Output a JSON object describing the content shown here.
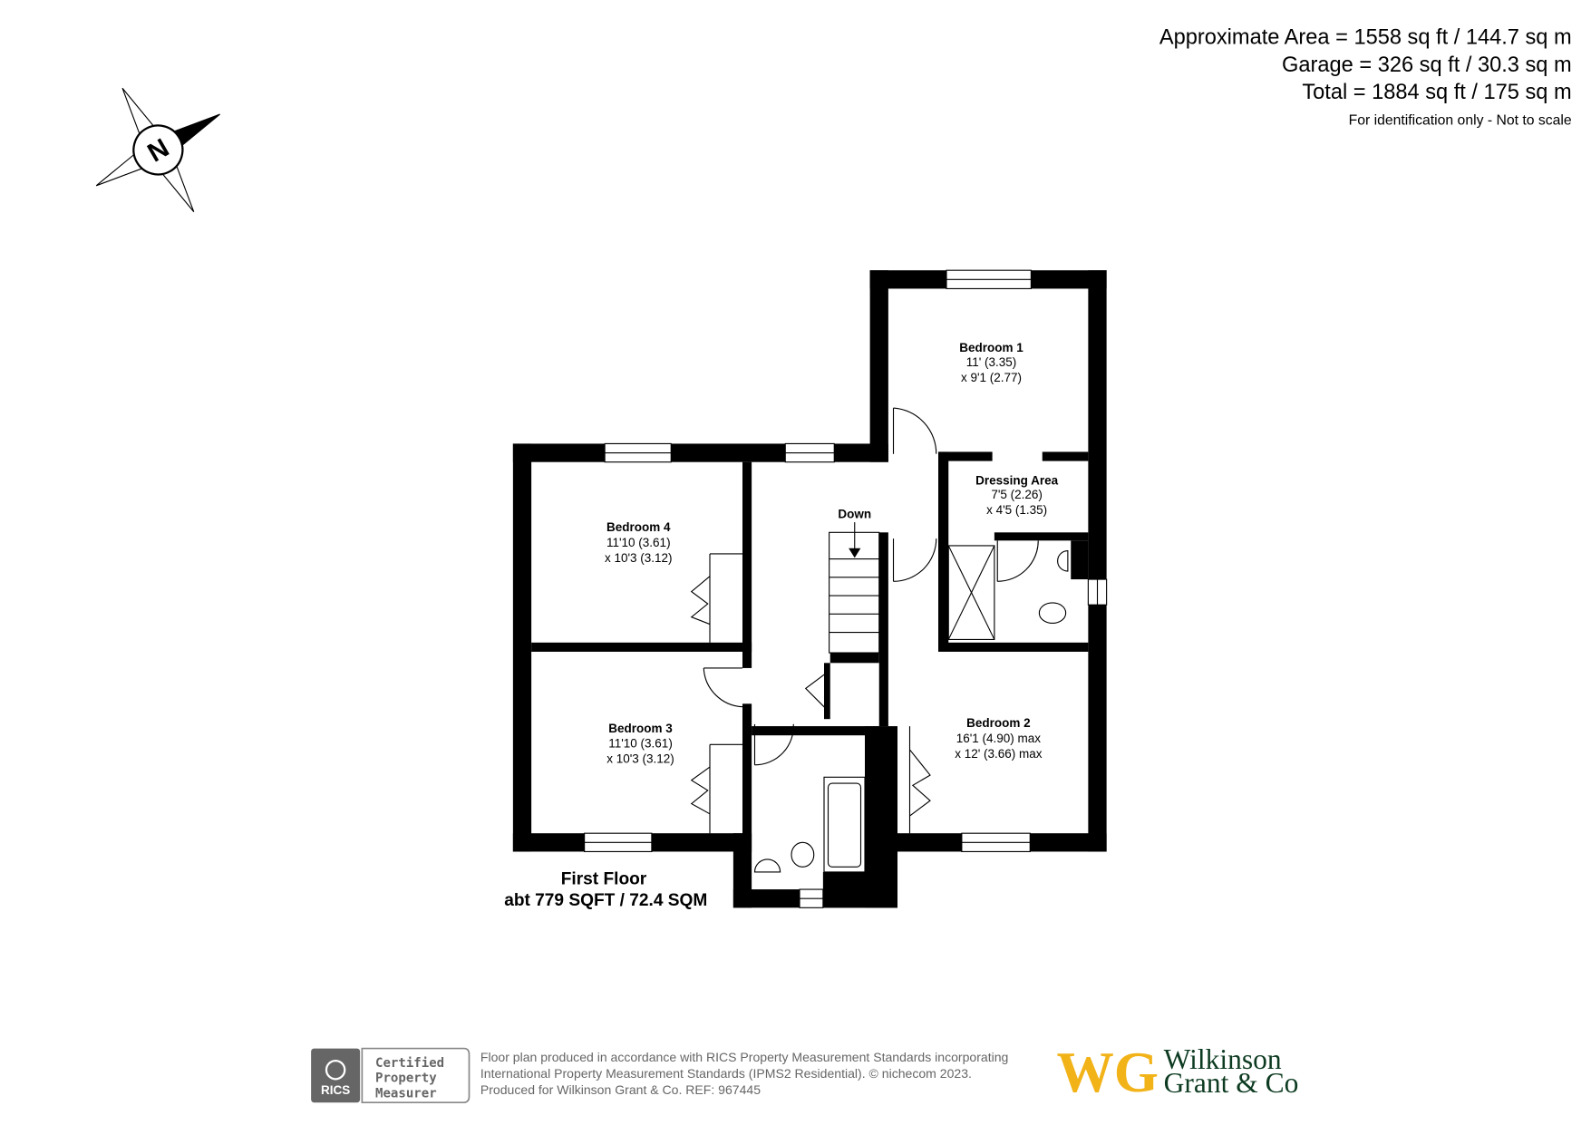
{
  "header": {
    "approx_area": "Approximate Area = 1558 sq ft / 144.7 sq m",
    "garage": "Garage = 326 sq ft / 30.3 sq m",
    "total": "Total = 1884 sq ft / 175 sq m",
    "note": "For identification only - Not to scale"
  },
  "compass": {
    "label": "N",
    "icon": "compass-north-icon"
  },
  "rooms": {
    "bedroom1": {
      "name": "Bedroom 1",
      "dim1": "11' (3.35)",
      "dim2": "x 9'1 (2.77)"
    },
    "dressing": {
      "name": "Dressing Area",
      "dim1": "7'5 (2.26)",
      "dim2": "x 4'5 (1.35)"
    },
    "bedroom4": {
      "name": "Bedroom 4",
      "dim1": "11'10 (3.61)",
      "dim2": "x 10'3 (3.12)"
    },
    "bedroom3": {
      "name": "Bedroom 3",
      "dim1": "11'10 (3.61)",
      "dim2": "x 10'3 (3.12)"
    },
    "bedroom2": {
      "name": "Bedroom 2",
      "dim1": "16'1 (4.90) max",
      "dim2": "x 12' (3.66) max"
    },
    "stairs": {
      "label": "Down"
    }
  },
  "floor": {
    "name": "First Floor",
    "area": "abt 779 SQFT / 72.4 SQM"
  },
  "footer": {
    "rics_badge": "RICS",
    "cert_lines": [
      "Certified",
      "Property",
      "Measurer"
    ],
    "lines": [
      "Floor plan produced in accordance with RICS Property Measurement Standards incorporating",
      "International Property Measurement Standards (IPMS2 Residential).   © nichecom 2023.",
      "Produced for Wilkinson Grant & Co.   REF: 967445"
    ],
    "logo_mark": "WG",
    "logo_name": [
      "Wilkinson",
      "Grant & Co"
    ],
    "colors": {
      "logo_gold": "#f2b319",
      "logo_green": "#0d3b21",
      "badge_grey": "#666666"
    }
  }
}
